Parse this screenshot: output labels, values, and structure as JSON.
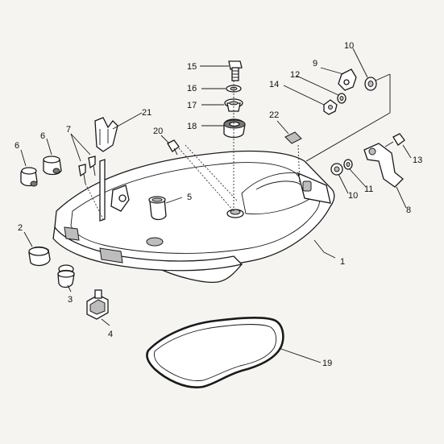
{
  "callouts": [
    {
      "id": "c1",
      "text": "1"
    },
    {
      "id": "c2",
      "text": "2"
    },
    {
      "id": "c3",
      "text": "3"
    },
    {
      "id": "c4",
      "text": "4"
    },
    {
      "id": "c5",
      "text": "5"
    },
    {
      "id": "c6a",
      "text": "6"
    },
    {
      "id": "c6b",
      "text": "6"
    },
    {
      "id": "c7",
      "text": "7"
    },
    {
      "id": "c8",
      "text": "8"
    },
    {
      "id": "c9",
      "text": "9"
    },
    {
      "id": "c10a",
      "text": "10"
    },
    {
      "id": "c10b",
      "text": "10"
    },
    {
      "id": "c11",
      "text": "11"
    },
    {
      "id": "c12",
      "text": "12"
    },
    {
      "id": "c13",
      "text": "13"
    },
    {
      "id": "c14",
      "text": "14"
    },
    {
      "id": "c15",
      "text": "15"
    },
    {
      "id": "c16",
      "text": "16"
    },
    {
      "id": "c17",
      "text": "17"
    },
    {
      "id": "c18",
      "text": "18"
    },
    {
      "id": "c19",
      "text": "19"
    },
    {
      "id": "c20",
      "text": "20"
    },
    {
      "id": "c21",
      "text": "21"
    },
    {
      "id": "c22",
      "text": "22"
    }
  ]
}
